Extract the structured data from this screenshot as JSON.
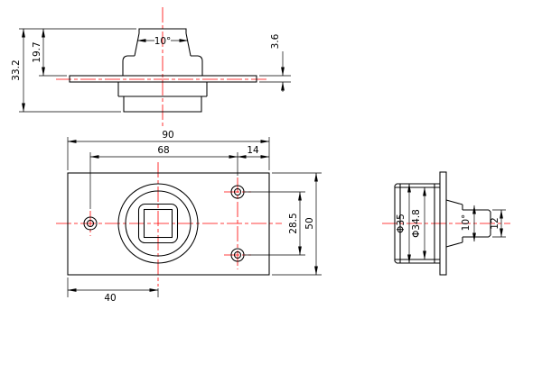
{
  "drawing": {
    "background_color": "#ffffff",
    "geometry_color": "#000000",
    "centerline_color": "#ff0000",
    "front_view": {
      "total_height": "33.2",
      "upper_height": "19.7",
      "taper_angle": "10°",
      "plate_thickness": "3.6"
    },
    "plan_view": {
      "plate_width": "90",
      "hole_span": "68",
      "edge_offset": "14",
      "hole_pitch": "28.5",
      "plate_height": "50",
      "center_offset": "40"
    },
    "side_view": {
      "outer_diameter": "Φ35",
      "step_diameter": "Φ34.8",
      "taper_angle": "10°",
      "stem_width": "12"
    }
  }
}
